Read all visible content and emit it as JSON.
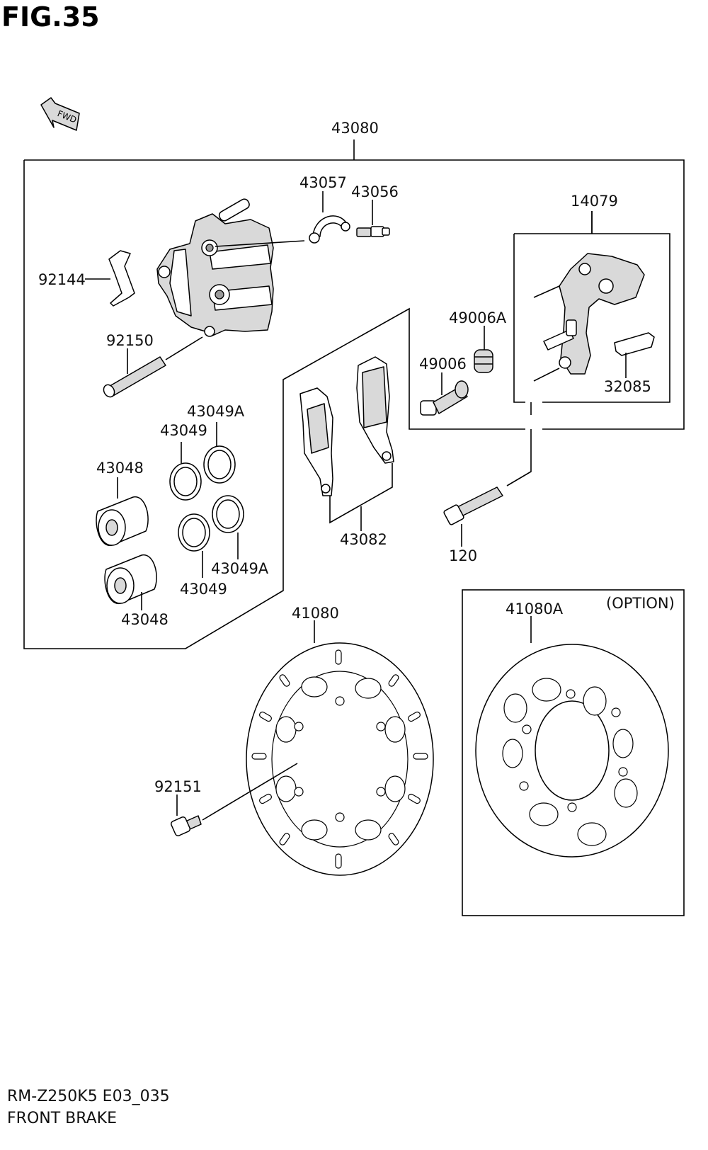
{
  "figure": {
    "title": "FIG.35",
    "fwd_label": "FWD"
  },
  "callouts": {
    "c43080": "43080",
    "c43057": "43057",
    "c43056": "43056",
    "c14079": "14079",
    "c92144": "92144",
    "c92150": "92150",
    "c49006A": "49006A",
    "c49006": "49006",
    "c32085": "32085",
    "c43049A_top": "43049A",
    "c43049_top": "43049",
    "c43048_top": "43048",
    "c43049A_bottom": "43049A",
    "c43049_bottom": "43049",
    "c43048_bottom": "43048",
    "c43082": "43082",
    "c120": "120",
    "c41080": "41080",
    "c41080A": "41080A",
    "c92151": "92151"
  },
  "option_label": "(OPTION)",
  "footer": {
    "code": "RM-Z250K5 E03_035",
    "name": "FRONT BRAKE"
  }
}
